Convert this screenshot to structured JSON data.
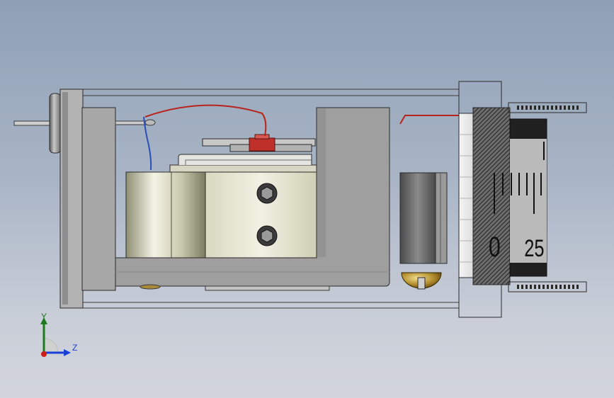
{
  "viewport": {
    "background_top": "#8fa0b6",
    "background_bottom": "#d2d5dc"
  },
  "model": {
    "thimble_scale": {
      "zero_label": "0",
      "next_label": "25"
    },
    "body_color": "#9a9a9a",
    "magnet_color": "#c9c9a8",
    "wire_red": "#b8231e",
    "wire_blue": "#2a4fb8",
    "pad_color": "#b08a2a"
  },
  "triad": {
    "y_label": "Y",
    "z_label": "Z",
    "y_color": "#1e7a1e",
    "z_color": "#1a3fd6",
    "origin_color": "#d11a1a"
  }
}
